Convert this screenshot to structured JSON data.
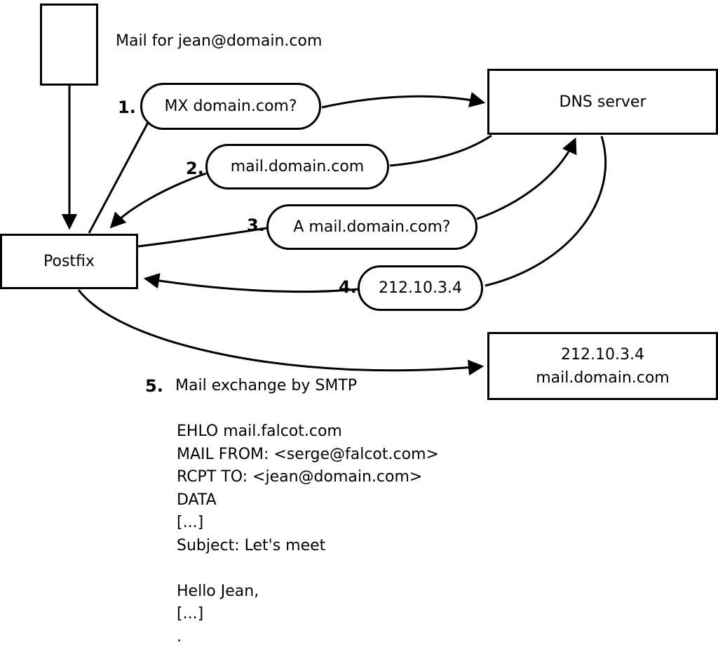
{
  "title": "Mail for jean@domain.com",
  "nodes": {
    "postfix": "Postfix",
    "dns_server": "DNS server",
    "mail_server_ip": "212.10.3.4",
    "mail_server_name": "mail.domain.com"
  },
  "steps": [
    {
      "num": "1.",
      "label": "MX domain.com?"
    },
    {
      "num": "2.",
      "label": "mail.domain.com"
    },
    {
      "num": "3.",
      "label": "A mail.domain.com?"
    },
    {
      "num": "4.",
      "label": "212.10.3.4"
    },
    {
      "num": "5.",
      "label": "Mail exchange by SMTP"
    }
  ],
  "smtp": {
    "lines": [
      "EHLO mail.falcot.com",
      "MAIL FROM: <serge@falcot.com>",
      "RCPT TO: <jean@domain.com>",
      "DATA",
      "[...]",
      "Subject: Let's meet",
      "",
      "Hello Jean,",
      "[...]",
      "."
    ]
  },
  "colors": {
    "stroke": "#000000",
    "fill": "#ffffff"
  }
}
